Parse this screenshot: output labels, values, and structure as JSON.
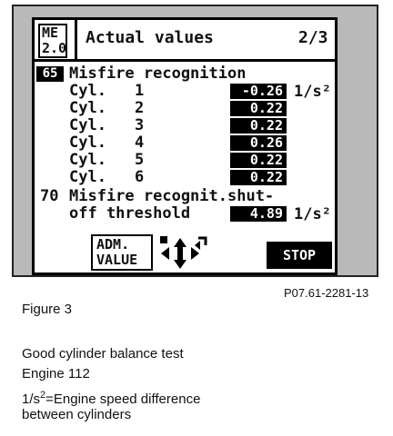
{
  "screen": {
    "mode_line1": "ME",
    "mode_line2": "2.0",
    "title": "Actual values",
    "page": "2/3",
    "section1": {
      "code": "65",
      "label": "Misfire recognition",
      "unit": "1/s²",
      "rows": [
        {
          "label": "Cyl.",
          "num": "1",
          "value": "-0.26"
        },
        {
          "label": "Cyl.",
          "num": "2",
          "value": "0.22"
        },
        {
          "label": "Cyl.",
          "num": "3",
          "value": "0.22"
        },
        {
          "label": "Cyl.",
          "num": "4",
          "value": "0.26"
        },
        {
          "label": "Cyl.",
          "num": "5",
          "value": "0.22"
        },
        {
          "label": "Cyl.",
          "num": "6",
          "value": "0.22"
        }
      ]
    },
    "section2": {
      "code": "70",
      "label_line1": "Misfire recognit.shut-",
      "label_line2": "off threshold",
      "value": "4.89",
      "unit": "1/s²"
    },
    "softkeys": {
      "adm_line1": "ADM.",
      "adm_line2": "VALUE",
      "stop": "STOP"
    }
  },
  "figure": {
    "ref_code": "P07.61-2281-13",
    "caption": "Figure 3",
    "desc_line1": "Good cylinder balance test",
    "desc_line2": "Engine 112",
    "desc_line3_prefix": "1/s",
    "desc_line3_sup": "2",
    "desc_line3_suffix": "=Engine speed difference",
    "desc_line4": "between cylinders"
  }
}
